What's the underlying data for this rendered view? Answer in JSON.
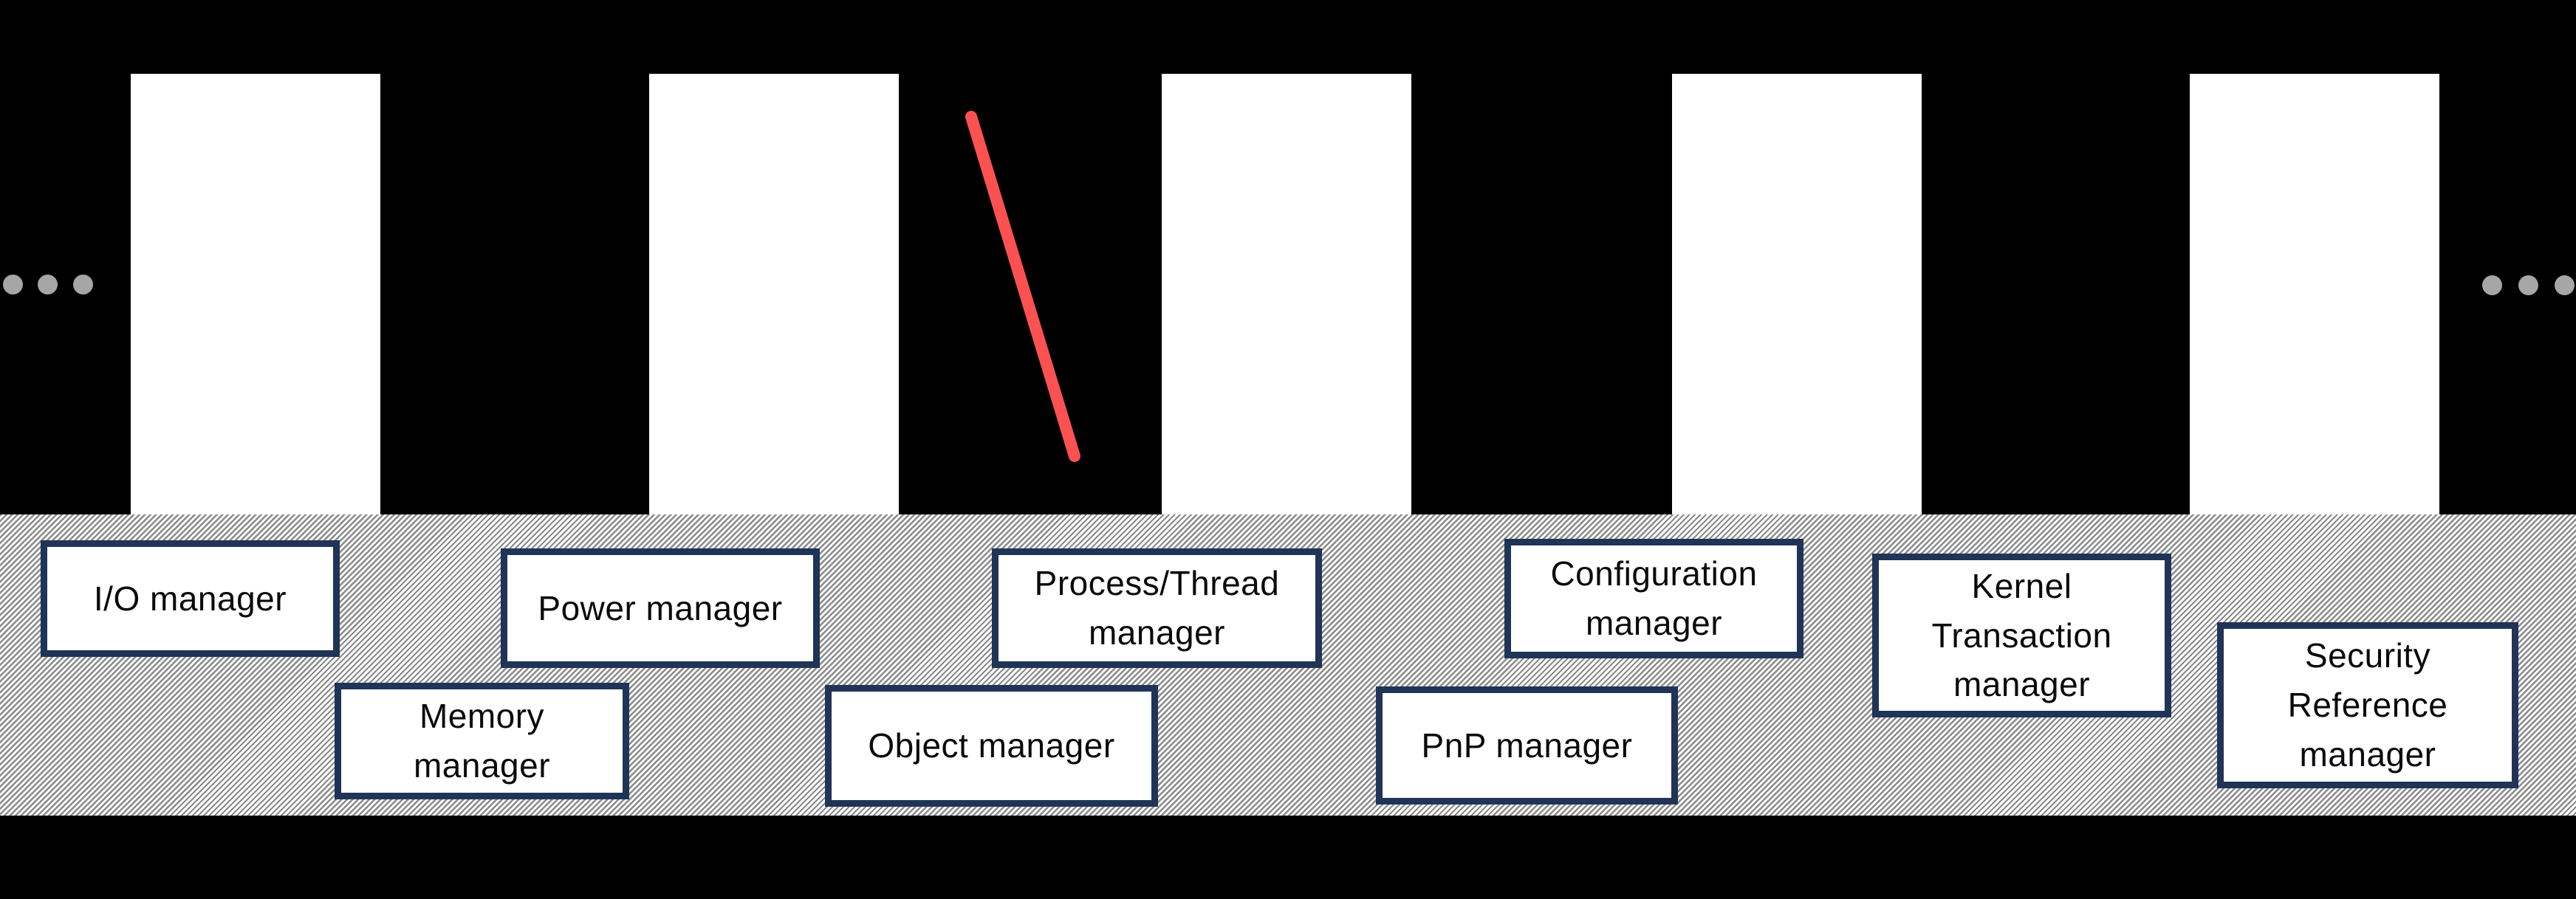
{
  "diagram": {
    "managers": [
      {
        "label": "I/O manager"
      },
      {
        "label": "Power manager"
      },
      {
        "label": "Process/Thread\nmanager"
      },
      {
        "label": "Configuration\nmanager"
      },
      {
        "label": "Kernel\nTransaction\nmanager"
      },
      {
        "label": "Security\nReference\nmanager"
      },
      {
        "label": "Memory\nmanager"
      },
      {
        "label": "Object manager"
      },
      {
        "label": "PnP manager"
      }
    ],
    "columns_count": 5,
    "ellipsis_sides": [
      "left",
      "right"
    ]
  },
  "colors": {
    "background": "#000000",
    "band_bg": "#ffffff",
    "hatch_line": "#8a8a8a",
    "box_border": "#1f3456",
    "box_fill": "#ffffff",
    "text": "#0a0a0a",
    "column_fill": "#ffffff",
    "dot": "#a6a6a6",
    "annotation": "#fb5151"
  }
}
